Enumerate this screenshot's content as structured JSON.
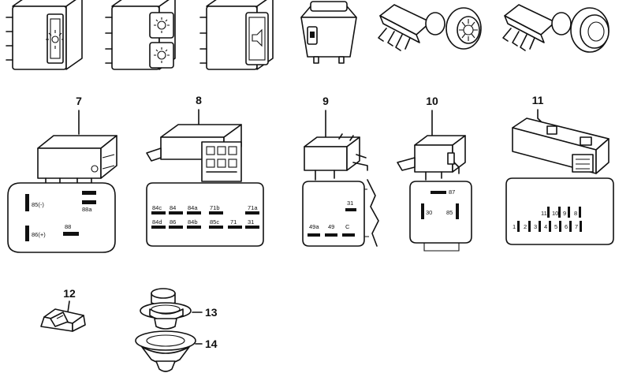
{
  "parts": [
    {
      "number": "7"
    },
    {
      "number": "8"
    },
    {
      "number": "9"
    },
    {
      "number": "10"
    },
    {
      "number": "11"
    },
    {
      "number": "12"
    },
    {
      "number": "13"
    },
    {
      "number": "14"
    }
  ],
  "pinouts": {
    "p7": [
      "85(-)",
      "88a",
      "86(+)",
      "88"
    ],
    "p8": [
      "84c",
      "84",
      "84a",
      "71b",
      "71a",
      "84d",
      "86",
      "84b",
      "85c",
      "71",
      "31"
    ],
    "p9": [
      "31",
      "49a",
      "49",
      "C"
    ],
    "p10": [
      "87",
      "30",
      "85"
    ],
    "p11": [
      "11",
      "10",
      "9",
      "8",
      "1",
      "2",
      "3",
      "4",
      "5",
      "6",
      "7"
    ]
  }
}
